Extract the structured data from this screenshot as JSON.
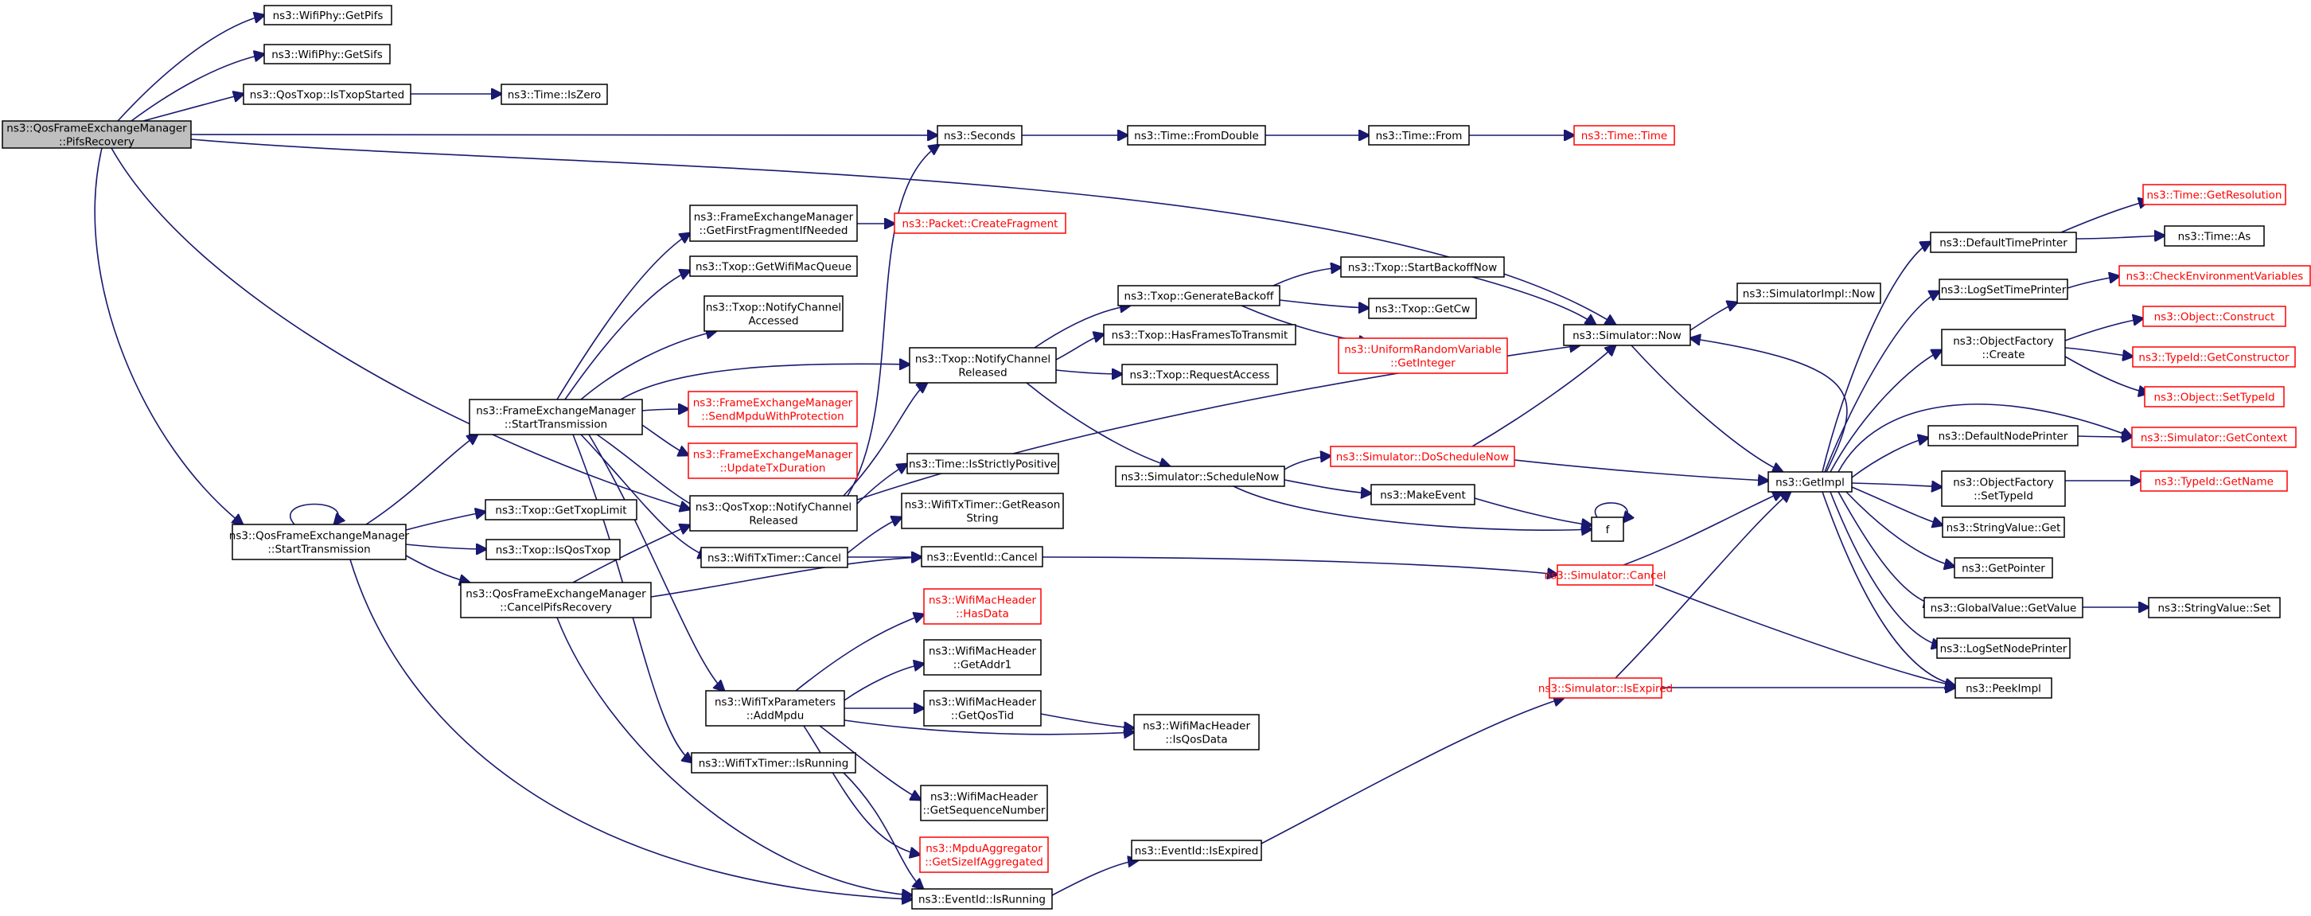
{
  "graph": {
    "nodes": [
      {
        "id": "root",
        "lines": [
          "ns3::QosFrameExchangeManager",
          "::PifsRecovery"
        ],
        "type": "root"
      },
      {
        "id": "getpifs",
        "lines": [
          "ns3::WifiPhy::GetPifs"
        ],
        "type": "normal"
      },
      {
        "id": "getsifs",
        "lines": [
          "ns3::WifiPhy::GetSifs"
        ],
        "type": "normal"
      },
      {
        "id": "istxopstarted",
        "lines": [
          "ns3::QosTxop::IsTxopStarted"
        ],
        "type": "normal"
      },
      {
        "id": "iszero",
        "lines": [
          "ns3::Time::IsZero"
        ],
        "type": "normal"
      },
      {
        "id": "seconds",
        "lines": [
          "ns3::Seconds"
        ],
        "type": "normal"
      },
      {
        "id": "fromdouble",
        "lines": [
          "ns3::Time::FromDouble"
        ],
        "type": "normal"
      },
      {
        "id": "from",
        "lines": [
          "ns3::Time::From"
        ],
        "type": "normal"
      },
      {
        "id": "time",
        "lines": [
          "ns3::Time::Time"
        ],
        "type": "red"
      },
      {
        "id": "getfirstfrag",
        "lines": [
          "ns3::FrameExchangeManager",
          "::GetFirstFragmentIfNeeded"
        ],
        "type": "normal"
      },
      {
        "id": "createfrag",
        "lines": [
          "ns3::Packet::CreateFragment"
        ],
        "type": "red"
      },
      {
        "id": "getwifimacqueue",
        "lines": [
          "ns3::Txop::GetWifiMacQueue"
        ],
        "type": "normal"
      },
      {
        "id": "notifychaccessed",
        "lines": [
          "ns3::Txop::NotifyChannel",
          "Accessed"
        ],
        "type": "normal"
      },
      {
        "id": "fem_start",
        "lines": [
          "ns3::FrameExchangeManager",
          "::StartTransmission"
        ],
        "type": "normal"
      },
      {
        "id": "sendmpdu",
        "lines": [
          "ns3::FrameExchangeManager",
          "::SendMpduWithProtection"
        ],
        "type": "red"
      },
      {
        "id": "updatetx",
        "lines": [
          "ns3::FrameExchangeManager",
          "::UpdateTxDuration"
        ],
        "type": "red"
      },
      {
        "id": "txop_released",
        "lines": [
          "ns3::Txop::NotifyChannel",
          "Released"
        ],
        "type": "normal"
      },
      {
        "id": "genbackoff",
        "lines": [
          "ns3::Txop::GenerateBackoff"
        ],
        "type": "normal"
      },
      {
        "id": "startbackoff",
        "lines": [
          "ns3::Txop::StartBackoffNow"
        ],
        "type": "normal"
      },
      {
        "id": "getcw",
        "lines": [
          "ns3::Txop::GetCw"
        ],
        "type": "normal"
      },
      {
        "id": "uniform",
        "lines": [
          "ns3::UniformRandomVariable",
          "::GetInteger"
        ],
        "type": "red"
      },
      {
        "id": "hasframes",
        "lines": [
          "ns3::Txop::HasFramesToTransmit"
        ],
        "type": "normal"
      },
      {
        "id": "reqaccess",
        "lines": [
          "ns3::Txop::RequestAccess"
        ],
        "type": "normal"
      },
      {
        "id": "schednow",
        "lines": [
          "ns3::Simulator::ScheduleNow"
        ],
        "type": "normal"
      },
      {
        "id": "doschednow",
        "lines": [
          "ns3::Simulator::DoScheduleNow"
        ],
        "type": "red"
      },
      {
        "id": "makeevent",
        "lines": [
          "ns3::MakeEvent"
        ],
        "type": "normal"
      },
      {
        "id": "f",
        "lines": [
          "f"
        ],
        "type": "normal"
      },
      {
        "id": "simnow",
        "lines": [
          "ns3::Simulator::Now"
        ],
        "type": "normal"
      },
      {
        "id": "simimplnow",
        "lines": [
          "ns3::SimulatorImpl::Now"
        ],
        "type": "normal"
      },
      {
        "id": "qosfem_start",
        "lines": [
          "ns3::QosFrameExchangeManager",
          "::StartTransmission"
        ],
        "type": "normal"
      },
      {
        "id": "gettxoplimit",
        "lines": [
          "ns3::Txop::GetTxopLimit"
        ],
        "type": "normal"
      },
      {
        "id": "isqostxop",
        "lines": [
          "ns3::Txop::IsQosTxop"
        ],
        "type": "normal"
      },
      {
        "id": "cancelpifs",
        "lines": [
          "ns3::QosFrameExchangeManager",
          "::CancelPifsRecovery"
        ],
        "type": "normal"
      },
      {
        "id": "qostxop_released",
        "lines": [
          "ns3::QosTxop::NotifyChannel",
          "Released"
        ],
        "type": "normal"
      },
      {
        "id": "strictlypos",
        "lines": [
          "ns3::Time::IsStrictlyPositive"
        ],
        "type": "normal"
      },
      {
        "id": "getreason",
        "lines": [
          "ns3::WifiTxTimer::GetReason",
          "String"
        ],
        "type": "normal"
      },
      {
        "id": "txtimer_cancel",
        "lines": [
          "ns3::WifiTxTimer::Cancel"
        ],
        "type": "normal"
      },
      {
        "id": "eventid_cancel",
        "lines": [
          "ns3::EventId::Cancel"
        ],
        "type": "normal"
      },
      {
        "id": "sim_cancel",
        "lines": [
          "ns3::Simulator::Cancel"
        ],
        "type": "red"
      },
      {
        "id": "hasdata",
        "lines": [
          "ns3::WifiMacHeader",
          "::HasData"
        ],
        "type": "red"
      },
      {
        "id": "getaddr1",
        "lines": [
          "ns3::WifiMacHeader",
          "::GetAddr1"
        ],
        "type": "normal"
      },
      {
        "id": "getqostid",
        "lines": [
          "ns3::WifiMacHeader",
          "::GetQosTid"
        ],
        "type": "normal"
      },
      {
        "id": "isqosdata",
        "lines": [
          "ns3::WifiMacHeader",
          "::IsQosData"
        ],
        "type": "normal"
      },
      {
        "id": "addmpdu",
        "lines": [
          "ns3::WifiTxParameters",
          "::AddMpdu"
        ],
        "type": "normal"
      },
      {
        "id": "txtimer_running",
        "lines": [
          "ns3::WifiTxTimer::IsRunning"
        ],
        "type": "normal"
      },
      {
        "id": "getseqnum",
        "lines": [
          "ns3::WifiMacHeader",
          "::GetSequenceNumber"
        ],
        "type": "normal"
      },
      {
        "id": "getsizeifagg",
        "lines": [
          "ns3::MpduAggregator",
          "::GetSizeIfAggregated"
        ],
        "type": "red"
      },
      {
        "id": "eventid_expired",
        "lines": [
          "ns3::EventId::IsExpired"
        ],
        "type": "normal"
      },
      {
        "id": "eventid_running",
        "lines": [
          "ns3::EventId::IsRunning"
        ],
        "type": "normal"
      },
      {
        "id": "sim_expired",
        "lines": [
          "ns3::Simulator::IsExpired"
        ],
        "type": "red"
      },
      {
        "id": "getimpl",
        "lines": [
          "ns3::GetImpl"
        ],
        "type": "normal"
      },
      {
        "id": "defaulttimeprinter",
        "lines": [
          "ns3::DefaultTimePrinter"
        ],
        "type": "normal"
      },
      {
        "id": "getresolution",
        "lines": [
          "ns3::Time::GetResolution"
        ],
        "type": "red"
      },
      {
        "id": "timeas",
        "lines": [
          "ns3::Time::As"
        ],
        "type": "normal"
      },
      {
        "id": "logsettimeprinter",
        "lines": [
          "ns3::LogSetTimePrinter"
        ],
        "type": "normal"
      },
      {
        "id": "checkenv",
        "lines": [
          "ns3::CheckEnvironmentVariables"
        ],
        "type": "red"
      },
      {
        "id": "objfactory_create",
        "lines": [
          "ns3::ObjectFactory",
          "::Create"
        ],
        "type": "normal"
      },
      {
        "id": "obj_construct",
        "lines": [
          "ns3::Object::Construct"
        ],
        "type": "red"
      },
      {
        "id": "getconstructor",
        "lines": [
          "ns3::TypeId::GetConstructor"
        ],
        "type": "red"
      },
      {
        "id": "obj_settypeid",
        "lines": [
          "ns3::Object::SetTypeId"
        ],
        "type": "red"
      },
      {
        "id": "defaultnodeprinter",
        "lines": [
          "ns3::DefaultNodePrinter"
        ],
        "type": "normal"
      },
      {
        "id": "sim_getcontext",
        "lines": [
          "ns3::Simulator::GetContext"
        ],
        "type": "red"
      },
      {
        "id": "objfactory_settypeid",
        "lines": [
          "ns3::ObjectFactory",
          "::SetTypeId"
        ],
        "type": "normal"
      },
      {
        "id": "typeid_getname",
        "lines": [
          "ns3::TypeId::GetName"
        ],
        "type": "red"
      },
      {
        "id": "stringvalue_get",
        "lines": [
          "ns3::StringValue::Get"
        ],
        "type": "normal"
      },
      {
        "id": "getpointer",
        "lines": [
          "ns3::GetPointer"
        ],
        "type": "normal"
      },
      {
        "id": "globalvalue_getvalue",
        "lines": [
          "ns3::GlobalValue::GetValue"
        ],
        "type": "normal"
      },
      {
        "id": "stringvalue_set",
        "lines": [
          "ns3::StringValue::Set"
        ],
        "type": "normal"
      },
      {
        "id": "logsetnodeprinter",
        "lines": [
          "ns3::LogSetNodePrinter"
        ],
        "type": "normal"
      },
      {
        "id": "peekimpl",
        "lines": [
          "ns3::PeekImpl"
        ],
        "type": "normal"
      }
    ]
  },
  "colors": {
    "edge": "#191970",
    "node_border": "#000000",
    "missing_border": "#ff0000",
    "root_fill": "#bfbfbf",
    "background": "#ffffff"
  }
}
